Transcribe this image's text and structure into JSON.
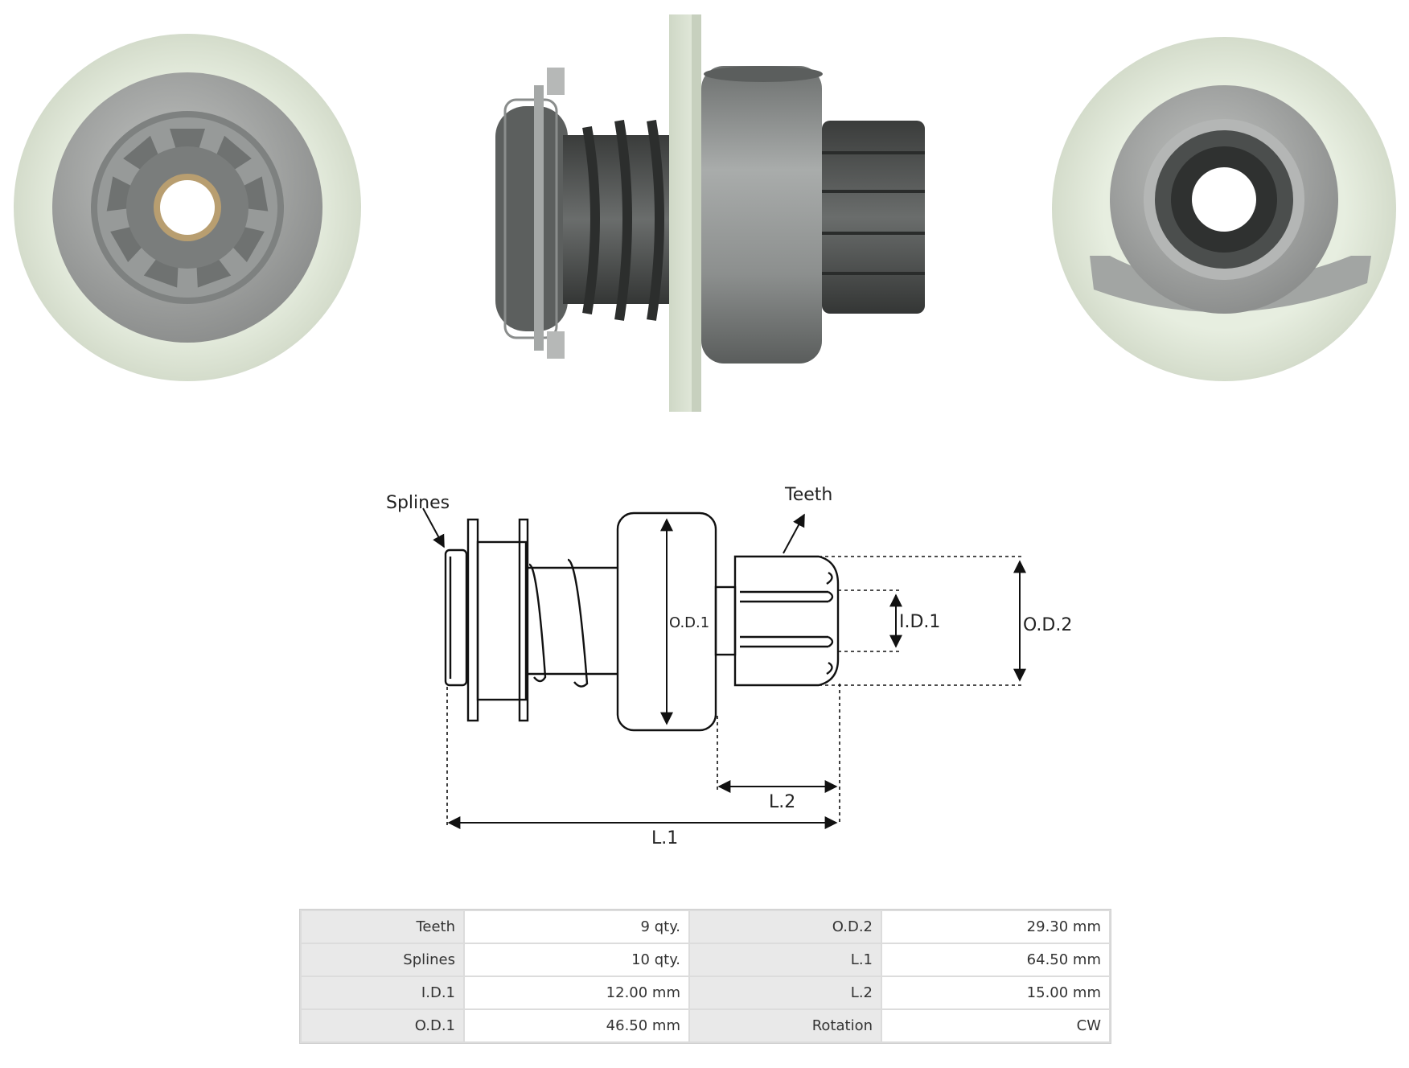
{
  "diagram": {
    "splines_label": "Splines",
    "teeth_label": "Teeth",
    "od1_label": "O.D.1",
    "id1_label": "I.D.1",
    "od2_label": "O.D.2",
    "l1_label": "L.1",
    "l2_label": "L.2"
  },
  "specs": {
    "rows": [
      [
        {
          "k": "Teeth",
          "v": "9 qty."
        },
        {
          "k": "O.D.2",
          "v": "29.30 mm"
        }
      ],
      [
        {
          "k": "Splines",
          "v": "10 qty."
        },
        {
          "k": "L.1",
          "v": "64.50 mm"
        }
      ],
      [
        {
          "k": "I.D.1",
          "v": "12.00 mm"
        },
        {
          "k": "L.2",
          "v": "15.00 mm"
        }
      ],
      [
        {
          "k": "O.D.1",
          "v": "46.50 mm"
        },
        {
          "k": "Rotation",
          "v": "CW"
        }
      ]
    ]
  },
  "colors": {
    "nylon": "#e2eadb",
    "steel": "#a6a8a6",
    "dark_steel": "#4c4e4d"
  },
  "icons": {
    "front_view": "pinion-front-view-photo",
    "side_view": "starter-drive-side-view-photo",
    "rear_view": "pinion-rear-view-photo"
  }
}
